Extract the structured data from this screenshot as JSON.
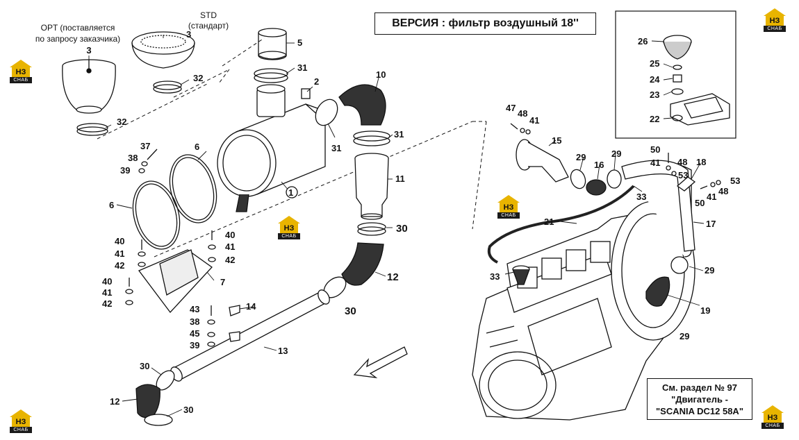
{
  "title": "ВЕРСИЯ : фильтр воздушный 18''",
  "reference": {
    "line1": "См. раздел № 97",
    "line2": "\"Двигатель -",
    "line3": "\"SCANIA DC12 58A\""
  },
  "notes": {
    "opt_line1": "OPT (поставляется",
    "opt_line2": "по запросу заказчика)",
    "std_line1": "STD",
    "std_line2": "(стандарт)"
  },
  "logo": {
    "top": "НЗ",
    "bottom": "СНАБ",
    "color": "#e8b400"
  },
  "callouts": {
    "c1": "1",
    "c2": "2",
    "c3a": "3",
    "c3b": "3",
    "c5": "5",
    "c6a": "6",
    "c6b": "6",
    "c7": "7",
    "c10": "10",
    "c11": "11",
    "c12a": "12",
    "c12b": "12",
    "c13": "13",
    "c14": "14",
    "c15": "15",
    "c16": "16",
    "c17": "17",
    "c18": "18",
    "c19": "19",
    "c21": "21",
    "c22": "22",
    "c23": "23",
    "c24": "24",
    "c25": "25",
    "c26": "26",
    "c29a": "29",
    "c29b": "29",
    "c29c": "29",
    "c29d": "29",
    "c30a": "30",
    "c30b": "30",
    "c30c": "30",
    "c30d": "30",
    "c31a": "31",
    "c31b": "31",
    "c31c": "31",
    "c32a": "32",
    "c32b": "32",
    "c33a": "33",
    "c33b": "33",
    "c37": "37",
    "c38a": "38",
    "c38b": "38",
    "c39a": "39",
    "c39b": "39",
    "c40a": "40",
    "c40b": "40",
    "c40c": "40",
    "c41a": "41",
    "c41b": "41",
    "c41c": "41",
    "c41d": "41",
    "c41e": "41",
    "c41f": "41",
    "c42a": "42",
    "c42b": "42",
    "c42c": "42",
    "c43": "43",
    "c45": "45",
    "c47": "47",
    "c48a": "48",
    "c48b": "48",
    "c48c": "48",
    "c50a": "50",
    "c50b": "50",
    "c53a": "53",
    "c53b": "53"
  }
}
